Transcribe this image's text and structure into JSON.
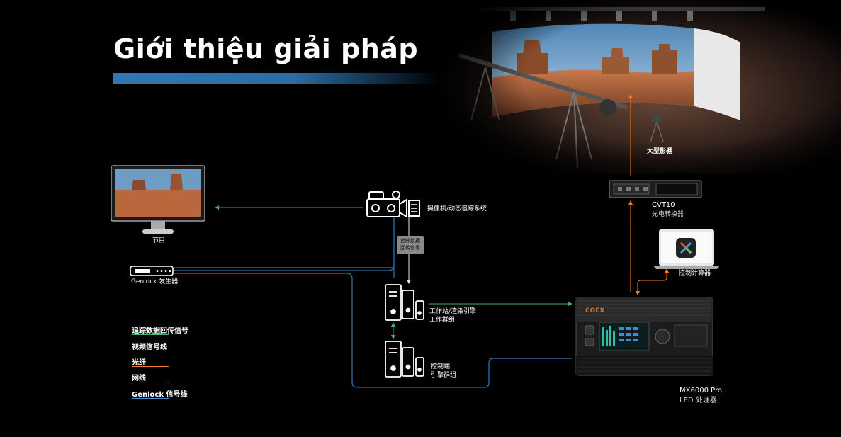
{
  "title": "Giới thiệu giải pháp",
  "colors": {
    "background": "#000000",
    "title_bar": "#2e78b8",
    "tracking_line": "#3fae6e",
    "video_line": "#e8e8e8",
    "fiber_line": "#f07b2a",
    "network_line": "#f07b2a",
    "genlock_line": "#3f8fd8"
  },
  "nodes": {
    "monitor": {
      "label": "节目"
    },
    "camera": {
      "label": "摄像机/动态追踪系统"
    },
    "tracking_tag": {
      "line1": "追踪数据",
      "line2": "回传信号"
    },
    "genlock_generator": {
      "label": "Genlock 发生器"
    },
    "workstation": {
      "line1": "工作站/渲染引擎",
      "line2": "工作群组"
    },
    "control_engine": {
      "line1": "控制端",
      "line2": "引擎群组"
    },
    "led_screen": {
      "label": "大型影棚"
    },
    "cvt10": {
      "model": "CVT10",
      "name": "光电转换器"
    },
    "control_pc": {
      "label": "控制计算器"
    },
    "processor": {
      "brand": "COEX",
      "model": "MX6000 Pro",
      "name": "LED 处理器"
    }
  },
  "legend": [
    {
      "label": "追踪数据回传信号",
      "color": "#3fae6e"
    },
    {
      "label": "视频信号线",
      "color": "#e8e8e8"
    },
    {
      "label": "光纤",
      "color": "#f07b2a"
    },
    {
      "label": "网线",
      "color": "#f07b2a"
    },
    {
      "label": "Genlock 信号线",
      "color": "#3f8fd8"
    }
  ]
}
